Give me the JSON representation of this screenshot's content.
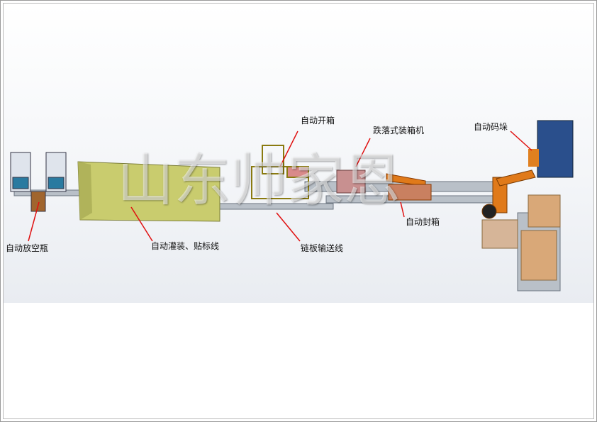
{
  "labels": {
    "empty_bottle": "自动放空瓶",
    "filling_labeling": "自动灌装、贴标线",
    "case_erector": "自动开箱",
    "drop_case_packer": "跌落式装箱机",
    "case_sealer": "自动封箱",
    "chain_conveyor": "链板输送线",
    "palletizer": "自动码垛"
  },
  "watermark": "山东帅家恩",
  "colors": {
    "arrow": "#e01010",
    "filler": "#c9cc6e",
    "robot": "#e07a1a",
    "pallet": "#2a4f8c",
    "box": "#d9a878"
  }
}
